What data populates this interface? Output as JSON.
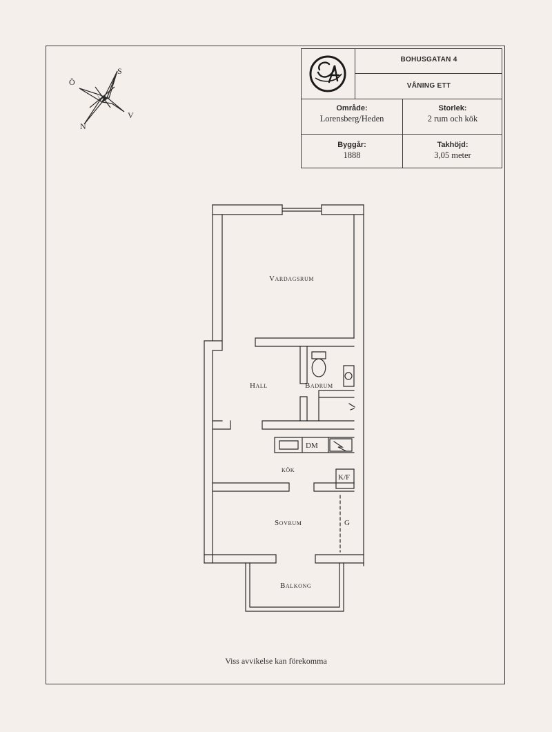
{
  "header": {
    "address": "BOHUSGATAN 4",
    "floor": "VÅNING ETT",
    "logo_icon": "monogram-logo-icon"
  },
  "details": {
    "area_label": "Område:",
    "area_value": "Lorensberg/Heden",
    "size_label": "Storlek:",
    "size_value": "2 rum och kök",
    "built_label": "Byggår:",
    "built_value": "1888",
    "ceiling_label": "Takhöjd:",
    "ceiling_value": "3,05 meter"
  },
  "compass": {
    "icon": "compass-rose-icon",
    "north": "N",
    "south": "S",
    "east": "Ö",
    "west": "V"
  },
  "rooms": {
    "living": "Vardagsrum",
    "hall": "Hall",
    "bathroom": "Badrum",
    "kitchen": "kök",
    "bedroom": "Sovrum",
    "balcony": "Balkong"
  },
  "fixtures": {
    "dishwasher": "DM",
    "fridge_freezer": "K/F",
    "wardrobe": "G"
  },
  "footer": {
    "disclaimer": "Viss avvikelse kan förekomma"
  },
  "colors": {
    "background": "#f5efec",
    "line": "#2a2a2a"
  }
}
